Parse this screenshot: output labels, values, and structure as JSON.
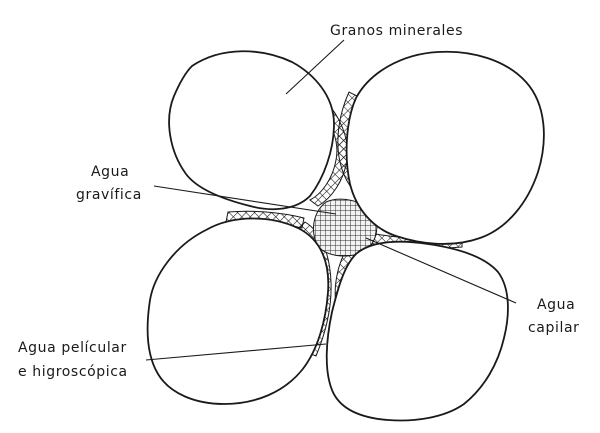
{
  "labels": {
    "granos": "Granos minerales",
    "gravifica_1": "Agua",
    "gravifica_2": "gravífica",
    "capilar_1": "Agua",
    "capilar_2": "capilar",
    "pelicular_1": "Agua películar",
    "pelicular_2": "e higroscópica"
  },
  "colors": {
    "ink": "#1a1a1a",
    "background": "#ffffff"
  }
}
